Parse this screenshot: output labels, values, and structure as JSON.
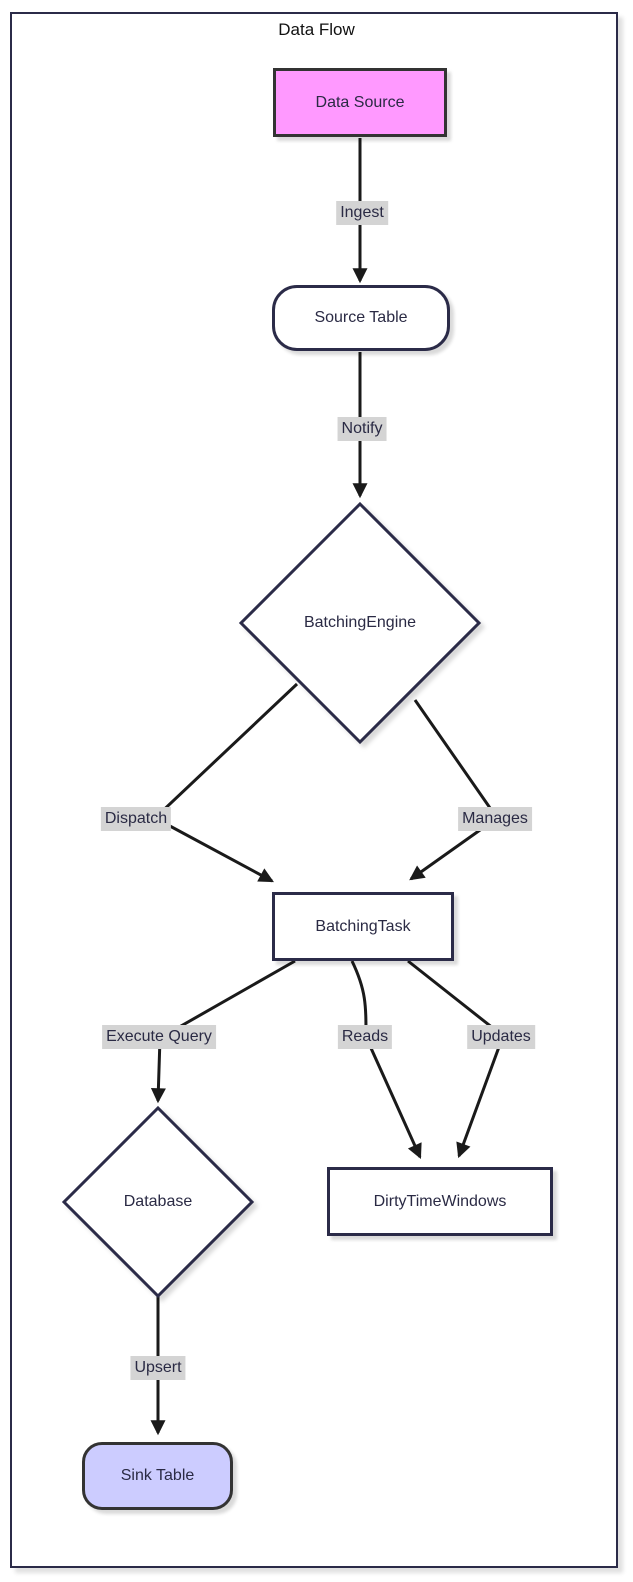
{
  "diagram": {
    "title": "Data Flow",
    "type": "flowchart",
    "direction": "top-down"
  },
  "nodes": [
    {
      "id": "data-source",
      "label": "Data Source",
      "shape": "rectangle",
      "fill": "#ff99ff",
      "stroke": "#333333"
    },
    {
      "id": "source-table",
      "label": "Source Table",
      "shape": "rounded",
      "fill": "#ffffff",
      "stroke": "#2b2b48"
    },
    {
      "id": "batching-engine",
      "label": "BatchingEngine",
      "shape": "diamond",
      "fill": "#ffffff",
      "stroke": "#2b2b48"
    },
    {
      "id": "batching-task",
      "label": "BatchingTask",
      "shape": "rectangle",
      "fill": "#ffffff",
      "stroke": "#2b2b48"
    },
    {
      "id": "database",
      "label": "Database",
      "shape": "diamond",
      "fill": "#ffffff",
      "stroke": "#2b2b48"
    },
    {
      "id": "dirty-time-windows",
      "label": "DirtyTimeWindows",
      "shape": "rectangle",
      "fill": "#ffffff",
      "stroke": "#2b2b48"
    },
    {
      "id": "sink-table",
      "label": "Sink Table",
      "shape": "rounded",
      "fill": "#ccccff",
      "stroke": "#333333"
    }
  ],
  "edges": [
    {
      "from": "Data Source",
      "to": "Source Table",
      "label": "Ingest"
    },
    {
      "from": "Source Table",
      "to": "BatchingEngine",
      "label": "Notify"
    },
    {
      "from": "BatchingEngine",
      "to": "BatchingTask",
      "label": "Dispatch"
    },
    {
      "from": "BatchingEngine",
      "to": "BatchingTask",
      "label": "Manages"
    },
    {
      "from": "BatchingTask",
      "to": "Database",
      "label": "Execute Query"
    },
    {
      "from": "BatchingTask",
      "to": "DirtyTimeWindows",
      "label": "Reads"
    },
    {
      "from": "BatchingTask",
      "to": "DirtyTimeWindows",
      "label": "Updates"
    },
    {
      "from": "Database",
      "to": "Sink Table",
      "label": "Upsert"
    }
  ],
  "colors": {
    "edge": "#1a1a1a",
    "node_border": "#2b2b48",
    "node_text": "#2a2a44",
    "edge_label_bg": "#d4d4d4",
    "data_source_fill": "#ff99ff",
    "sink_table_fill": "#ccccff",
    "special_border": "#333333",
    "background": "#ffffff"
  }
}
